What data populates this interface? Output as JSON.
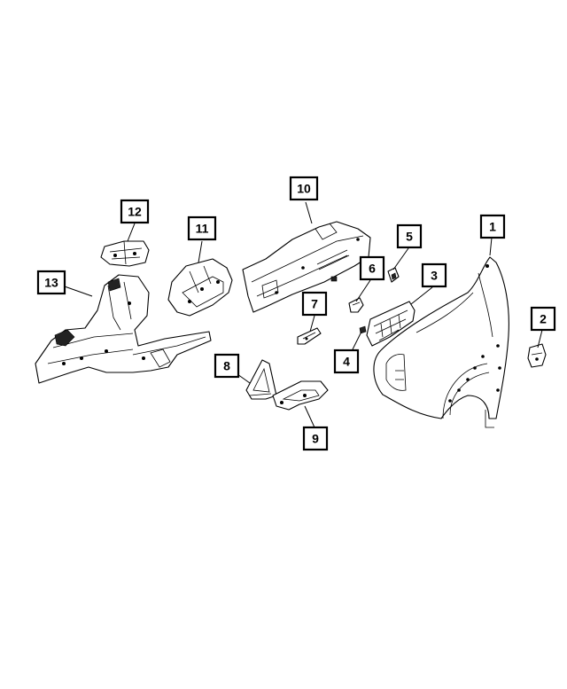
{
  "callouts": [
    "1",
    "2",
    "3",
    "4",
    "5",
    "6",
    "7",
    "8",
    "9",
    "10",
    "11",
    "12",
    "13"
  ]
}
